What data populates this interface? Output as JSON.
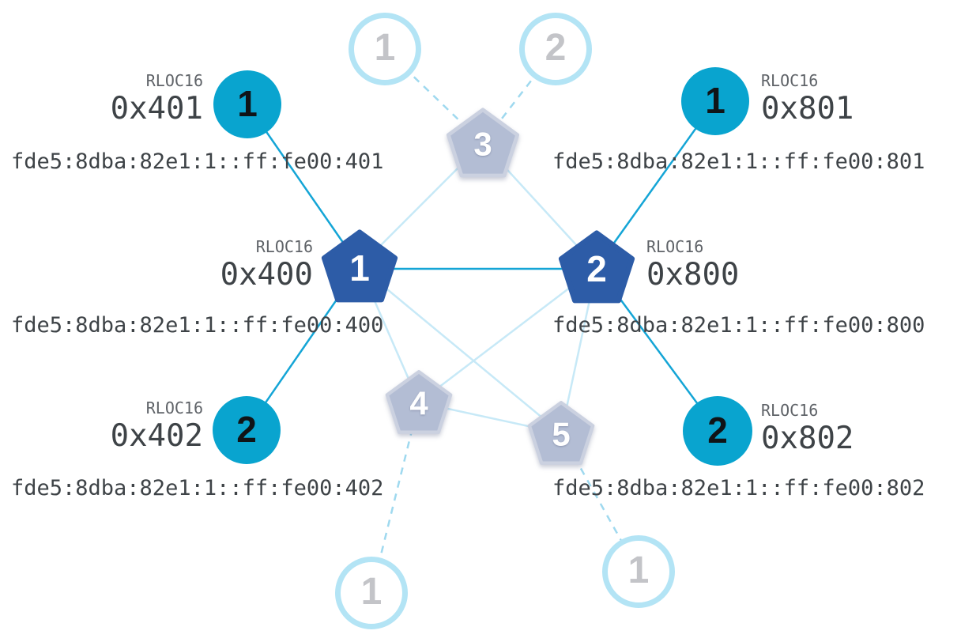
{
  "diagram": {
    "description": "Thread mesh network topology",
    "colors": {
      "router_active_fill": "#2d5ca7",
      "child_active_fill": "#09a4cf",
      "faded_node_fill": "#b3bdd4",
      "faded_circle_border": "#b3e4f5",
      "link_active": "#14a5d6",
      "link_faded": "#c7e9f7",
      "link_dashed": "#9fd9ef",
      "caption_text": "#5f6368",
      "value_text": "#3e4347"
    }
  },
  "nodes": {
    "router1": {
      "number": "1"
    },
    "router2": {
      "number": "2"
    },
    "router3": {
      "number": "3"
    },
    "router4": {
      "number": "4"
    },
    "router5": {
      "number": "5"
    },
    "child401": {
      "number": "1"
    },
    "child402": {
      "number": "2"
    },
    "child801": {
      "number": "1"
    },
    "child802": {
      "number": "2"
    },
    "fadedTop1": {
      "number": "1"
    },
    "fadedTop2": {
      "number": "2"
    },
    "fadedBottom1": {
      "number": "1"
    },
    "fadedBottom2": {
      "number": "1"
    }
  },
  "labels": {
    "node401": {
      "caption": "RLOC16",
      "rloc": "0x401",
      "ipv6": "fde5:8dba:82e1:1::ff:fe00:401"
    },
    "node400": {
      "caption": "RLOC16",
      "rloc": "0x400",
      "ipv6": "fde5:8dba:82e1:1::ff:fe00:400"
    },
    "node402": {
      "caption": "RLOC16",
      "rloc": "0x402",
      "ipv6": "fde5:8dba:82e1:1::ff:fe00:402"
    },
    "node801": {
      "caption": "RLOC16",
      "rloc": "0x801",
      "ipv6": "fde5:8dba:82e1:1::ff:fe00:801"
    },
    "node800": {
      "caption": "RLOC16",
      "rloc": "0x800",
      "ipv6": "fde5:8dba:82e1:1::ff:fe00:800"
    },
    "node802": {
      "caption": "RLOC16",
      "rloc": "0x802",
      "ipv6": "fde5:8dba:82e1:1::ff:fe00:802"
    }
  }
}
